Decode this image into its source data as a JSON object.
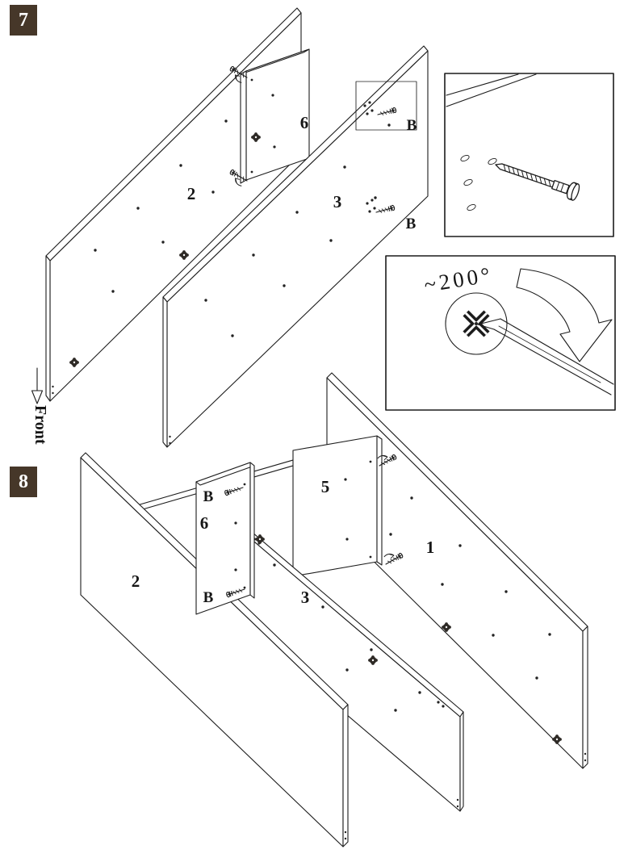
{
  "page": {
    "background": "#ffffff",
    "line_color": "#1c1c1c",
    "badge_color": "#463729"
  },
  "steps": {
    "step7_number": "7",
    "step8_number": "8"
  },
  "orientation": {
    "front_label": "Front"
  },
  "step7": {
    "panel_labels": {
      "p2": "2",
      "p6": "6",
      "p3": "3"
    },
    "fitting_labels": {
      "b_upper": "B",
      "b_lower": "B"
    }
  },
  "step8": {
    "panel_labels": {
      "p2": "2",
      "p6": "6",
      "p3": "3",
      "p5": "5",
      "p1": "1"
    },
    "fitting_labels": {
      "b_upper": "B",
      "b_lower": "B"
    }
  },
  "insets": {
    "rotation_detail": {
      "angle_text": "~200°"
    }
  },
  "icons": {
    "front_arrow": "down-arrow",
    "rotation_arrow": "clockwise-arrow",
    "cam_lock": "cam-lock-icon",
    "cam_bolt": "cam-bolt-screw-icon"
  }
}
